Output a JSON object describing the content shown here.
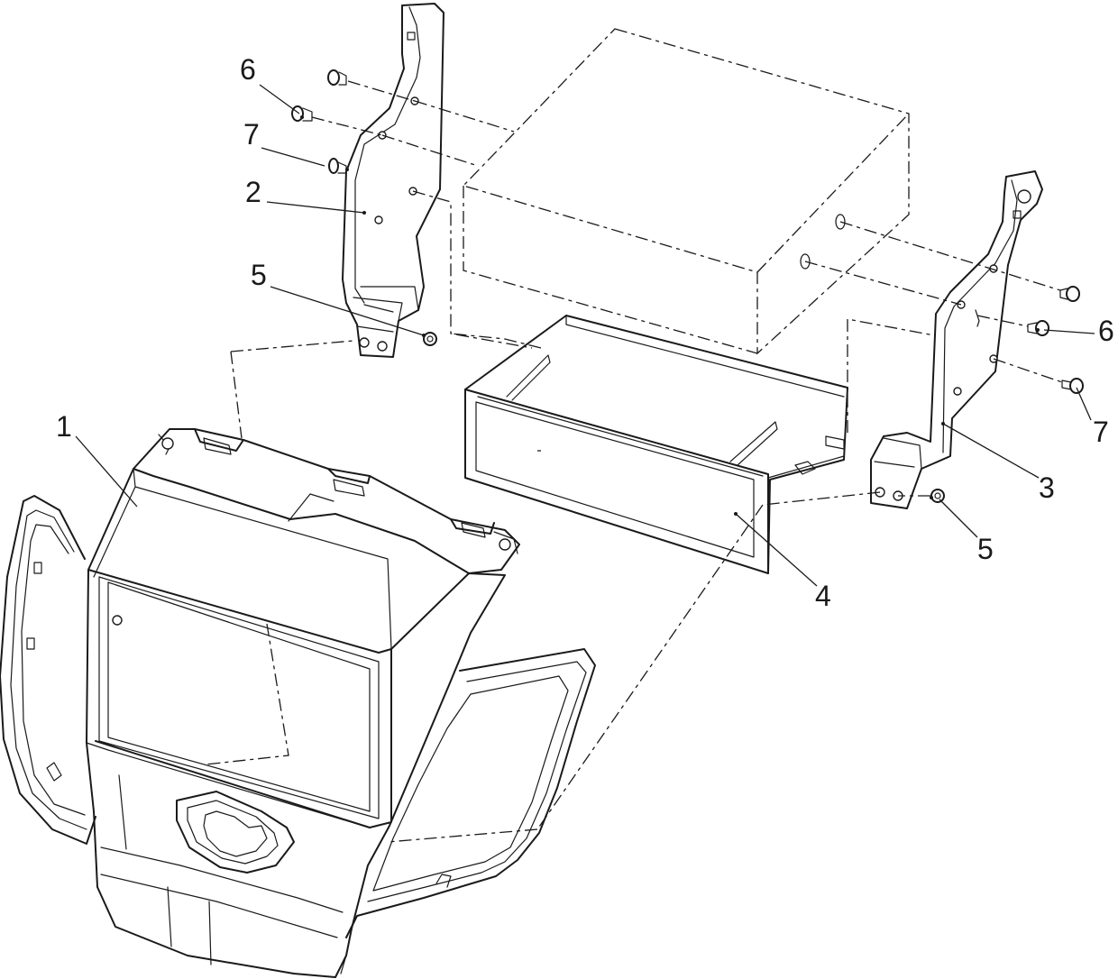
{
  "diagram": {
    "callouts": [
      {
        "id": "c6a",
        "label": "6"
      },
      {
        "id": "c7a",
        "label": "7"
      },
      {
        "id": "c2",
        "label": "2"
      },
      {
        "id": "c5a",
        "label": "5"
      },
      {
        "id": "c1",
        "label": "1"
      },
      {
        "id": "c6b",
        "label": "6"
      },
      {
        "id": "c7b",
        "label": "7"
      },
      {
        "id": "c3",
        "label": "3"
      },
      {
        "id": "c5b",
        "label": "5"
      },
      {
        "id": "c4",
        "label": "4"
      }
    ]
  }
}
